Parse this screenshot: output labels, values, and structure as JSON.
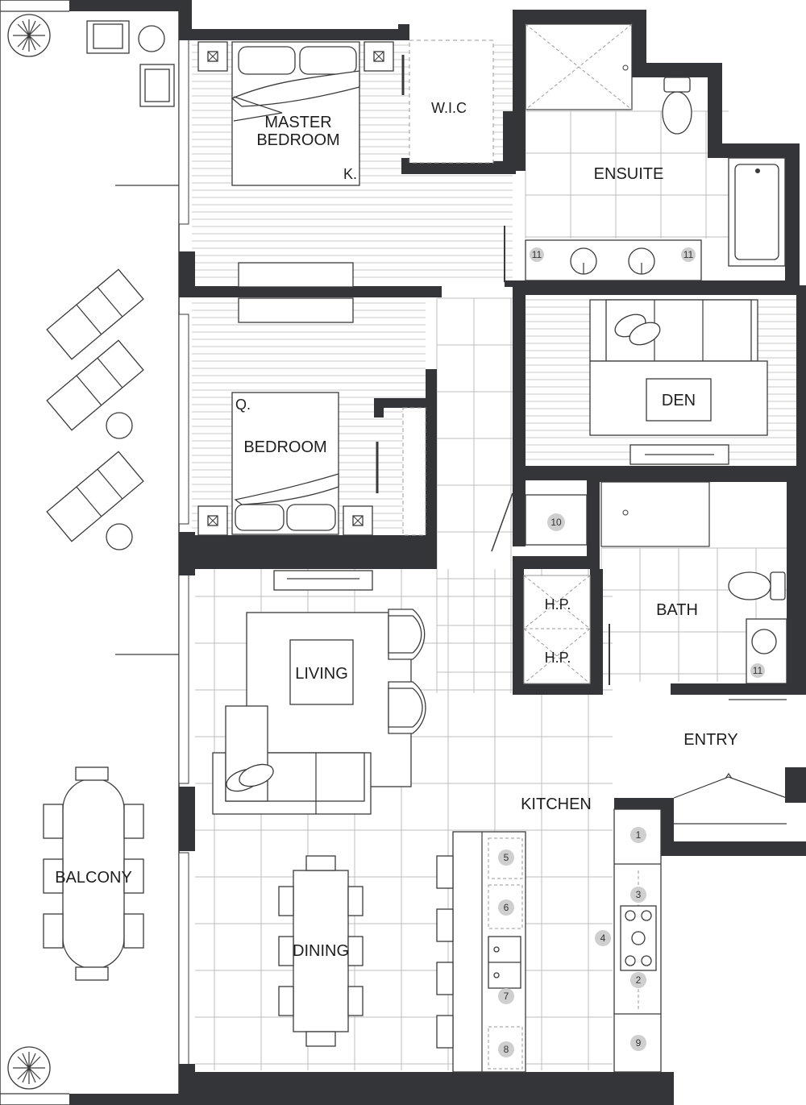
{
  "rooms": {
    "master_bedroom": [
      "MASTER",
      "BEDROOM"
    ],
    "master_bed_size": "K.",
    "wic": "W.I.C",
    "ensuite": "ENSUITE",
    "bedroom": "BEDROOM",
    "bedroom_bed_size": "Q.",
    "den": "DEN",
    "hp1": "H.P.",
    "hp2": "H.P.",
    "bath": "BATH",
    "living": "LIVING",
    "entry": "ENTRY",
    "kitchen": "KITCHEN",
    "dining": "DINING",
    "balcony": "BALCONY"
  },
  "numbers": {
    "n1": "1",
    "n2": "2",
    "n3": "3",
    "n4": "4",
    "n5": "5",
    "n6": "6",
    "n7": "7",
    "n8": "8",
    "n9": "9",
    "n10": "10",
    "n11a": "11",
    "n11b": "11",
    "n11c": "11"
  },
  "colors": {
    "wall": "#333538",
    "line": "#3a3a3a",
    "floor_grid": "#bdbdbd",
    "marker": "#cfcfcf"
  }
}
